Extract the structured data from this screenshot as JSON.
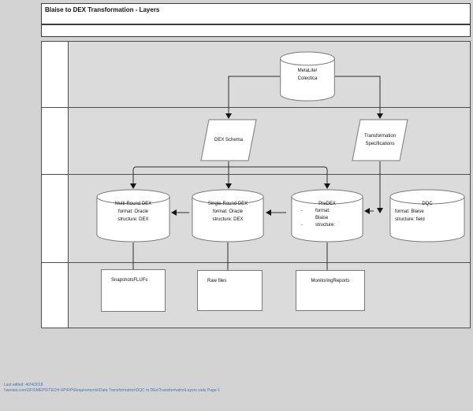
{
  "header": {
    "title": "Blaise to DEX Transformation - Layers"
  },
  "diagram": {
    "metalite": {
      "lines": [
        "MetaLite/",
        "Colectica"
      ]
    },
    "dex_schema": {
      "label": "DEX Schema"
    },
    "trans_spec": {
      "label": "Transformation Specifications"
    },
    "multi_round": {
      "title": "Multi-Round DEX",
      "lines": [
        "format: Oracle",
        "structure: DEX"
      ]
    },
    "single_round": {
      "title": "Single-Round DEX",
      "lines": [
        "format: Oracle",
        "structure: DEX"
      ]
    },
    "predex": {
      "title": "PreDEX",
      "items": [
        {
          "bullet": "-",
          "text": "format: Blaise"
        },
        {
          "bullet": "-",
          "text": "structure:"
        }
      ]
    },
    "dqc": {
      "title": "DQC",
      "lines": [
        "format: Blaise",
        "structure: field"
      ]
    },
    "snapshots": {
      "label": "SnapshotsFLUFs"
    },
    "raw_files": {
      "label": "Raw files"
    },
    "monitoring": {
      "label": "MonitoringReports"
    }
  },
  "footer": {
    "last_edited": "Last edited: 4/24/2018",
    "path": "\\\\westat.com\\DFS\\MEPS\\TECH-UP\\RP\\Requirements\\Data Transformation\\DQC to DEx\\TransformationLayers.vsdx Page-1"
  },
  "colors": {
    "accent_blue": "#4576b8",
    "lane_fill": "#dbdbdb",
    "shape_border": "#7a7a7a"
  }
}
